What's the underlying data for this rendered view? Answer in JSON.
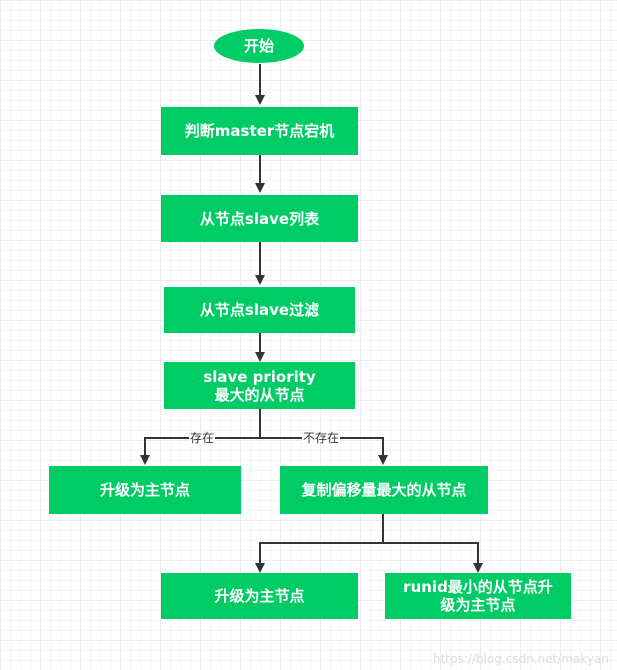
{
  "nodes": {
    "start": "开始",
    "judge": "判断master节点宕机",
    "list": "从节点slave列表",
    "filter": "从节点slave过滤",
    "priority": {
      "line1": "slave priority",
      "line2": "最大的从节点"
    },
    "upgrade_left": "升级为主节点",
    "max_offset": "复制偏移量最大的从节点",
    "upgrade_bottom": "升级为主节点",
    "runid": {
      "line1": "runid最小的从节点升",
      "line2": "级为主节点"
    }
  },
  "edges": {
    "exists": "存在",
    "not_exists": "不存在"
  },
  "colors": {
    "node_fill": "#00cc66",
    "node_text": "#ffffff",
    "edge": "#333333"
  },
  "watermark": "https://blog.csdn.net/makyan"
}
